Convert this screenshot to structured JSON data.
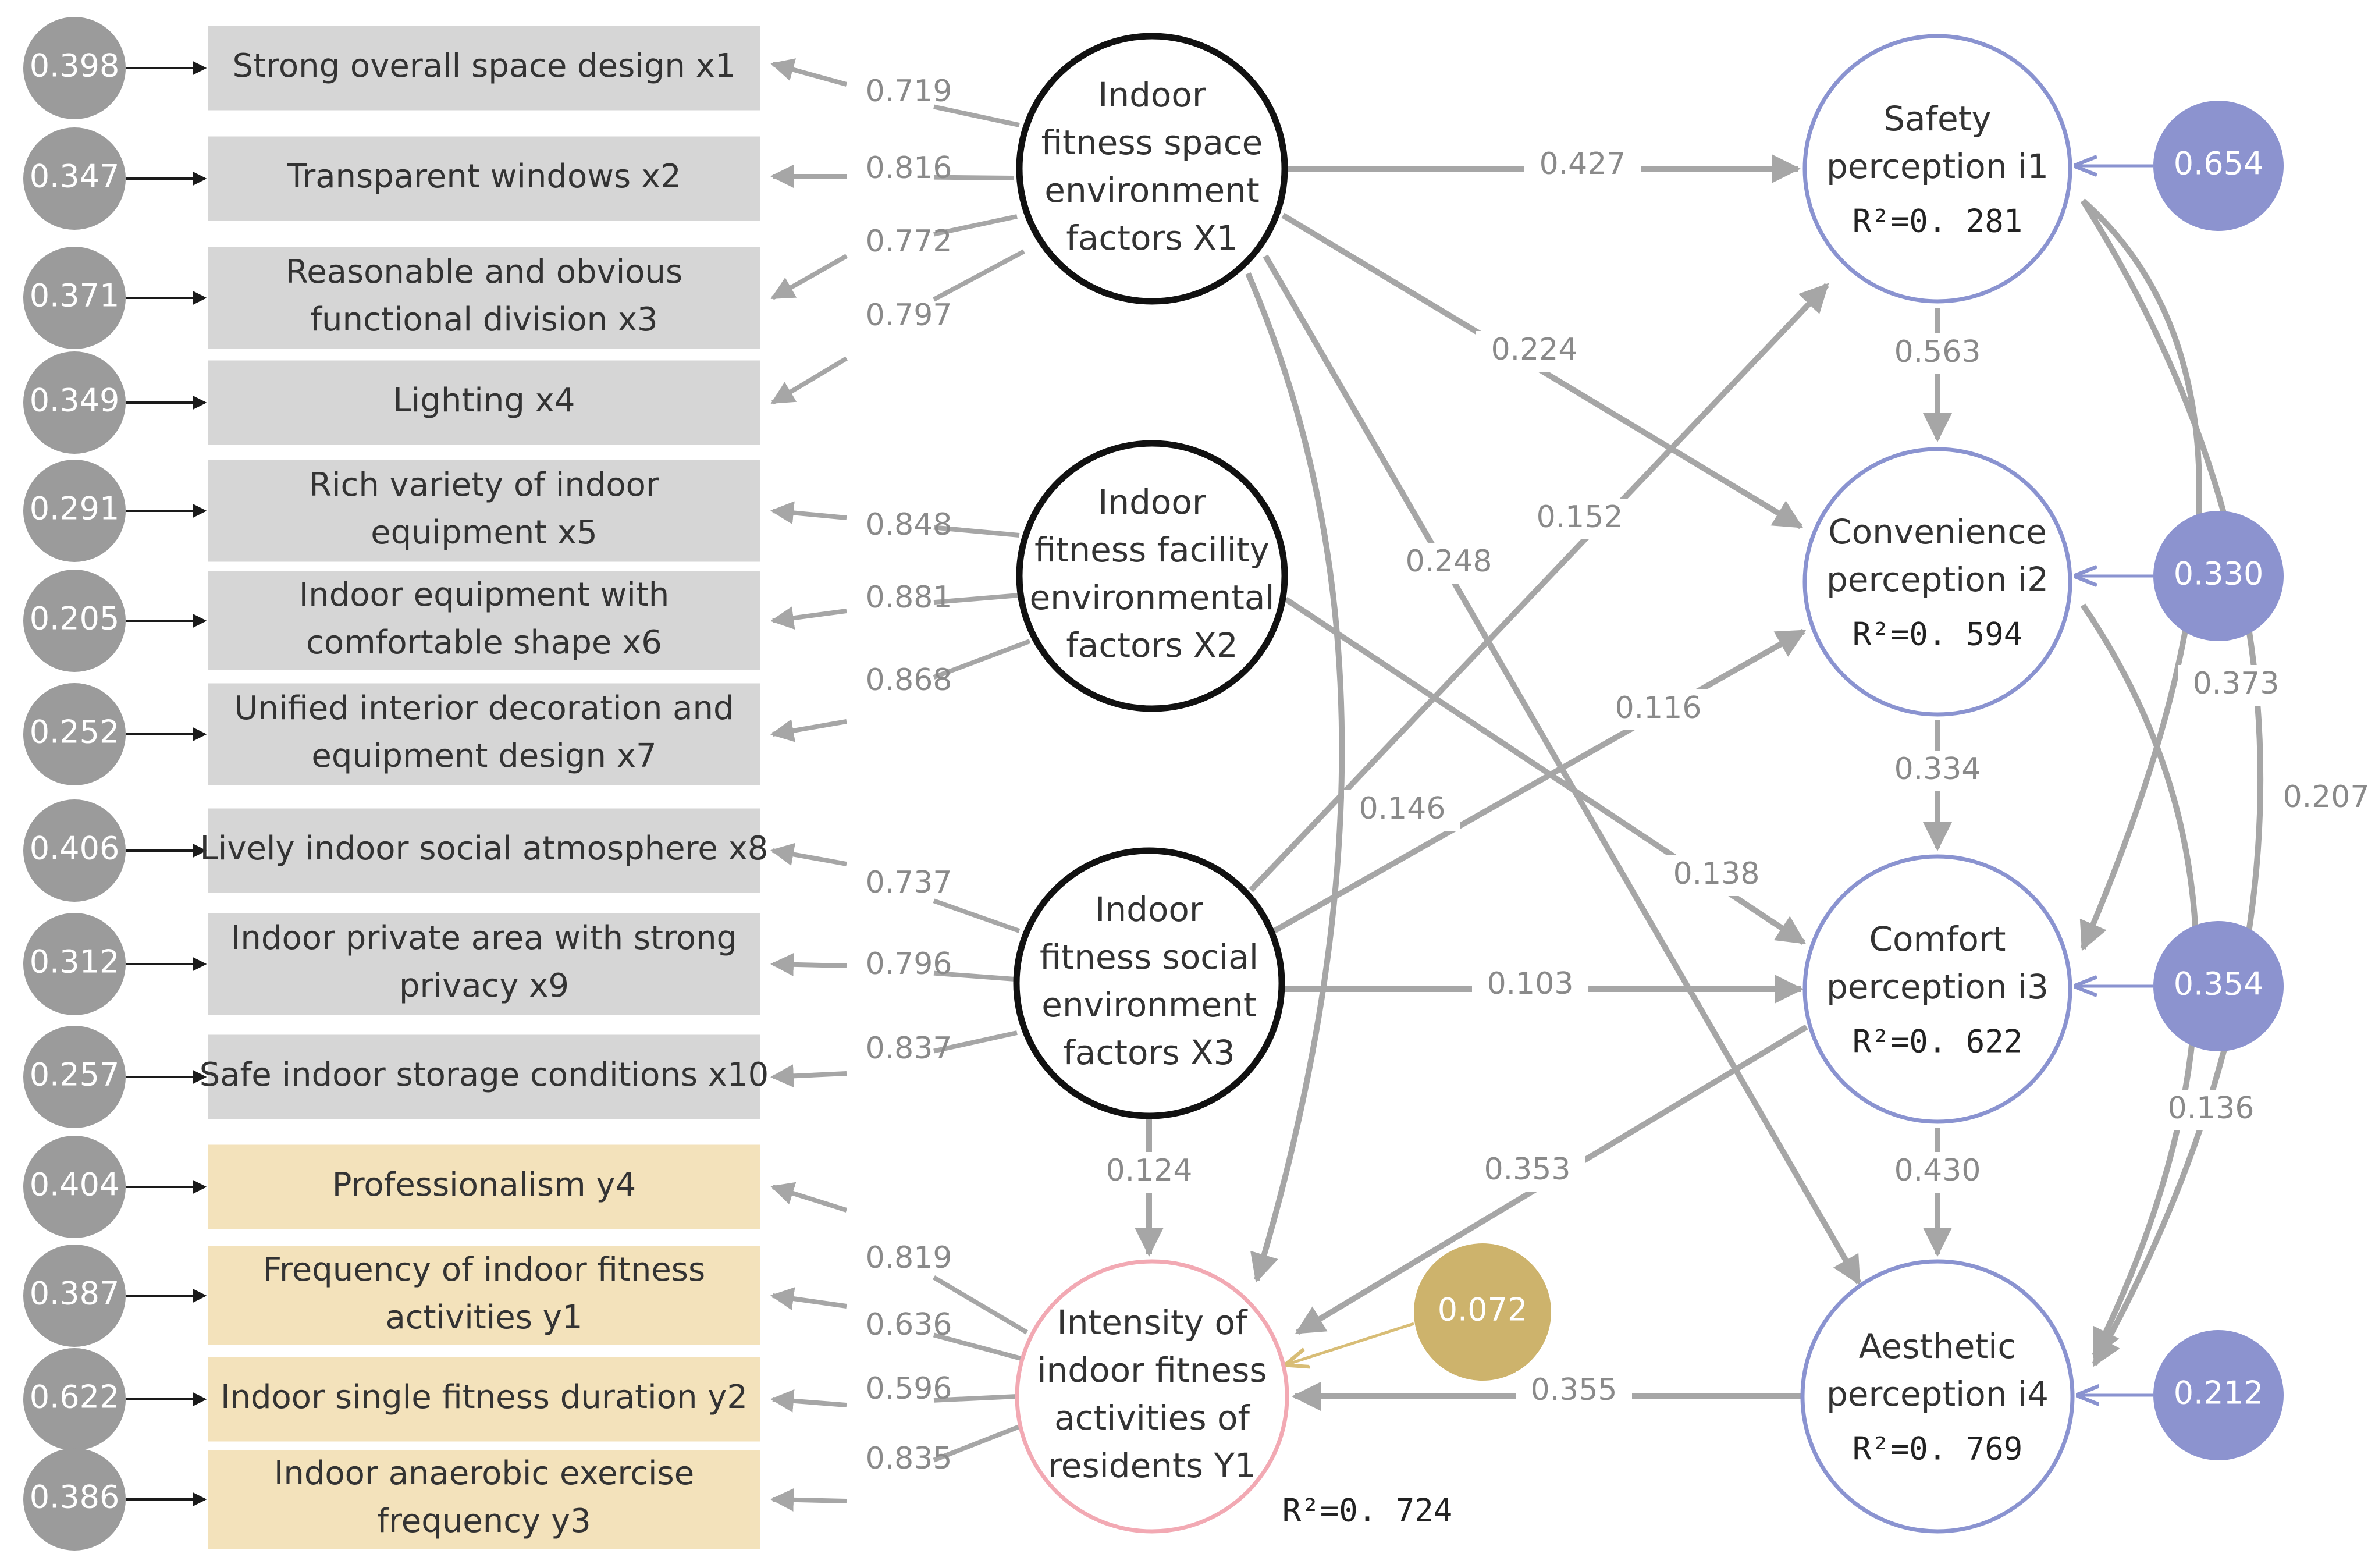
{
  "colors": {
    "gray_box": "#d6d6d6",
    "yellow_box": "#f3e2bb",
    "error_gray": "#9b9b9b",
    "error_blue": "#8c93cf",
    "error_gold": "#cdb36c",
    "circle_black": "#111111",
    "circle_blue": "#8a93d0",
    "circle_pink": "#f2a9b3",
    "arrow_gray": "#a6a6a6"
  },
  "indicators": [
    {
      "id": "x1",
      "lines": [
        "Strong overall space design x1"
      ],
      "error": "0.398",
      "loading": "0.719",
      "group": "gray"
    },
    {
      "id": "x2",
      "lines": [
        "Transparent windows x2"
      ],
      "error": "0.347",
      "loading": "0.816",
      "group": "gray"
    },
    {
      "id": "x3",
      "lines": [
        "Reasonable and obvious",
        "functional division x3"
      ],
      "error": "0.371",
      "loading": "0.772",
      "group": "gray"
    },
    {
      "id": "x4",
      "lines": [
        "Lighting x4"
      ],
      "error": "0.349",
      "loading": "0.797",
      "group": "gray"
    },
    {
      "id": "x5",
      "lines": [
        "Rich variety of indoor",
        "equipment x5"
      ],
      "error": "0.291",
      "loading": "0.848",
      "group": "gray"
    },
    {
      "id": "x6",
      "lines": [
        "Indoor equipment with",
        "comfortable shape x6"
      ],
      "error": "0.205",
      "loading": "0.881",
      "group": "gray"
    },
    {
      "id": "x7",
      "lines": [
        "Unified interior decoration and",
        "equipment design x7"
      ],
      "error": "0.252",
      "loading": "0.868",
      "group": "gray"
    },
    {
      "id": "x8",
      "lines": [
        "Lively indoor social atmosphere x8"
      ],
      "error": "0.406",
      "loading": "0.737",
      "group": "gray"
    },
    {
      "id": "x9",
      "lines": [
        "Indoor private area with strong",
        "privacy x9"
      ],
      "error": "0.312",
      "loading": "0.796",
      "group": "gray"
    },
    {
      "id": "x10",
      "lines": [
        "Safe indoor storage conditions x10"
      ],
      "error": "0.257",
      "loading": "0.837",
      "group": "gray"
    },
    {
      "id": "y4",
      "lines": [
        "Professionalism y4"
      ],
      "error": "0.404",
      "loading": "0.819",
      "group": "yellow"
    },
    {
      "id": "y1",
      "lines": [
        "Frequency of indoor fitness",
        "activities y1"
      ],
      "error": "0.387",
      "loading": "0.636",
      "group": "yellow"
    },
    {
      "id": "y2",
      "lines": [
        "Indoor single fitness duration y2"
      ],
      "error": "0.622",
      "loading": "0.596",
      "group": "yellow"
    },
    {
      "id": "y3",
      "lines": [
        "Indoor anaerobic exercise",
        "frequency y3"
      ],
      "error": "0.386",
      "loading": "0.835",
      "group": "yellow"
    }
  ],
  "latents": {
    "X1": {
      "lines": [
        "Indoor",
        "fitness space",
        "environment",
        "factors X1"
      ]
    },
    "X2": {
      "lines": [
        "Indoor",
        "fitness facility",
        "environmental",
        "factors X2"
      ]
    },
    "X3": {
      "lines": [
        "Indoor",
        "fitness social",
        "environment",
        "factors X3"
      ]
    },
    "Y1": {
      "lines": [
        "Intensity of",
        "indoor fitness",
        "activities of",
        "residents Y1"
      ],
      "r2": "R²=0. 724",
      "error": "0.072"
    },
    "i1": {
      "lines": [
        "Safety",
        "perception i1"
      ],
      "r2": "R²=0. 281",
      "error": "0.654"
    },
    "i2": {
      "lines": [
        "Convenience",
        "perception i2"
      ],
      "r2": "R²=0. 594",
      "error": "0.330"
    },
    "i3": {
      "lines": [
        "Comfort",
        "perception i3"
      ],
      "r2": "R²=0. 622",
      "error": "0.354"
    },
    "i4": {
      "lines": [
        "Aesthetic",
        "perception i4"
      ],
      "r2": "R²=0. 769",
      "error": "0.212"
    }
  },
  "paths": {
    "X1_i1": "0.427",
    "X1_i2": "0.224",
    "X1_i4": "0.248",
    "X1_Y1": "0.146",
    "X2_i3": "0.138",
    "X3_i1": "0.152",
    "X3_i2": "0.116",
    "X3_i3": "0.103",
    "X3_Y1": "0.124",
    "i1_i2": "0.563",
    "i2_i3": "0.334",
    "i3_i4": "0.430",
    "i3_Y1": "0.353",
    "i4_Y1": "0.355",
    "i1_i3": "0.373",
    "i1_i4": "0.207",
    "i2_i4": "0.136"
  }
}
